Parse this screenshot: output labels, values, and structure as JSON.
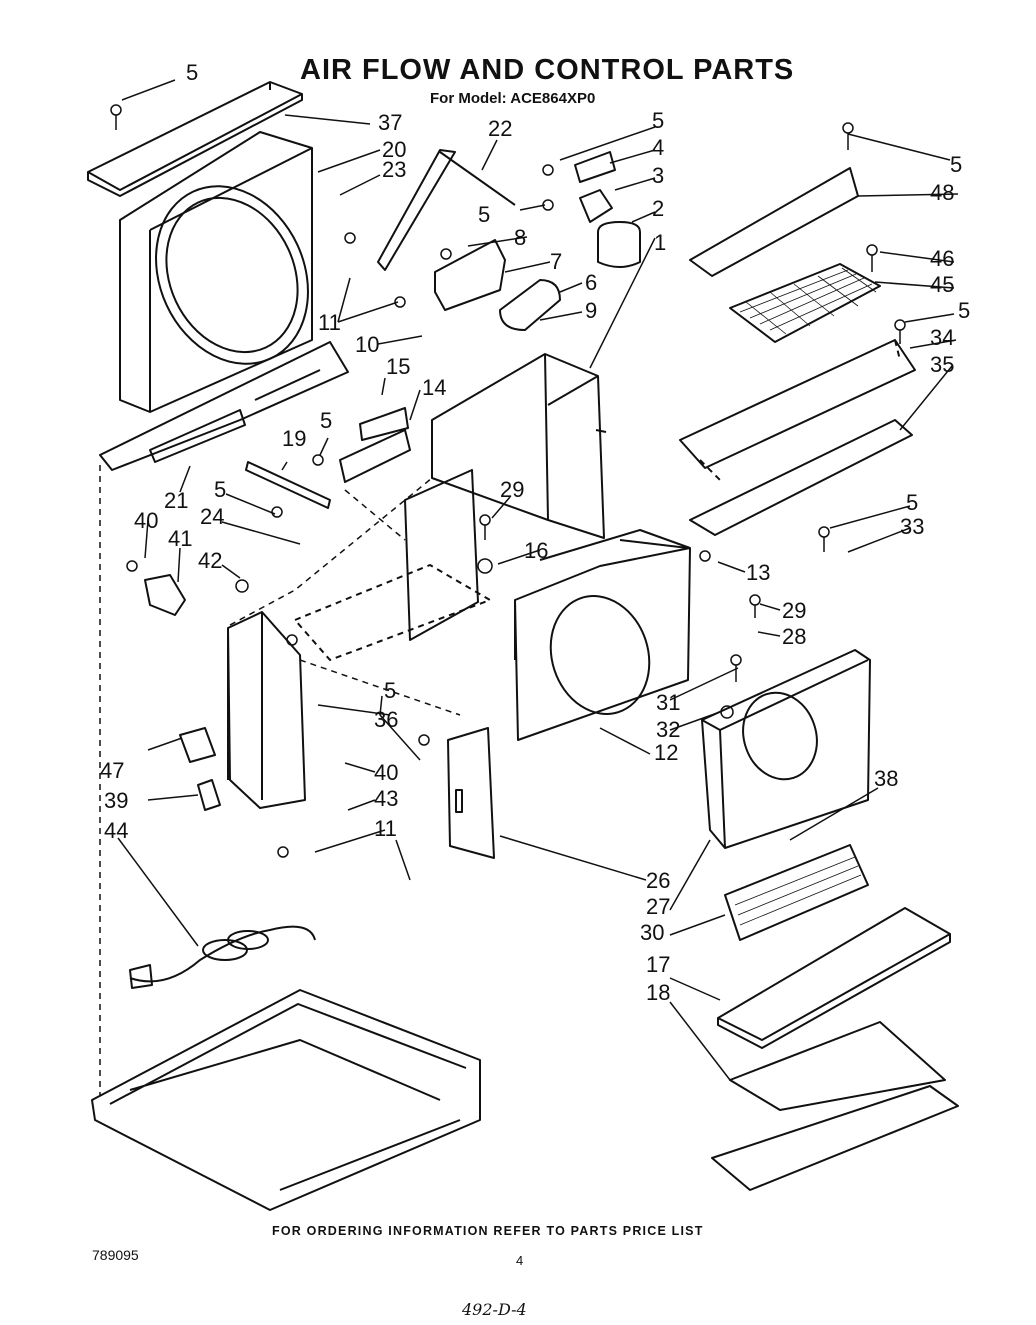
{
  "title": "AIR FLOW AND CONTROL PARTS",
  "subtitle": "For Model: ACE864XP0",
  "footer": "FOR ORDERING INFORMATION REFER TO PARTS PRICE LIST",
  "document_number": "789095",
  "page_number": "4",
  "handwritten_note": "492-D-4",
  "part_callouts": [
    "5",
    "37",
    "20",
    "23",
    "22",
    "5",
    "4",
    "3",
    "5",
    "2",
    "8",
    "7",
    "6",
    "9",
    "1",
    "11",
    "11",
    "10",
    "15",
    "14",
    "5",
    "19",
    "21",
    "5",
    "24",
    "40",
    "41",
    "42",
    "29",
    "16",
    "13",
    "5",
    "48",
    "46",
    "45",
    "5",
    "34",
    "35",
    "5",
    "33",
    "29",
    "28",
    "31",
    "32",
    "12",
    "36",
    "5",
    "47",
    "40",
    "39",
    "43",
    "44",
    "11",
    "38",
    "26",
    "27",
    "30",
    "17",
    "18"
  ]
}
